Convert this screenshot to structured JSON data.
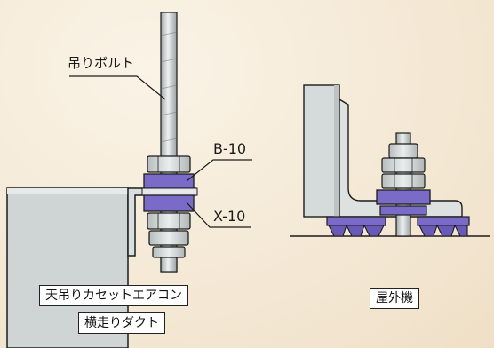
{
  "labels": {
    "hanging_bolt": "吊りボルト",
    "b10": "B-10",
    "x10": "X-10"
  },
  "captions": {
    "cassette_ac": "天吊りカセットエアコン",
    "horizontal_duct": "横走りダクト",
    "outdoor_unit": "屋外機"
  },
  "colors": {
    "background": "#f4e8d4",
    "steel_light": "#dfe3e3",
    "steel_mid": "#c3c9c9",
    "outline": "#1c1c1c",
    "pad_purple": "#7b6bc9",
    "pad_purple_dark": "#5a4aa8"
  }
}
